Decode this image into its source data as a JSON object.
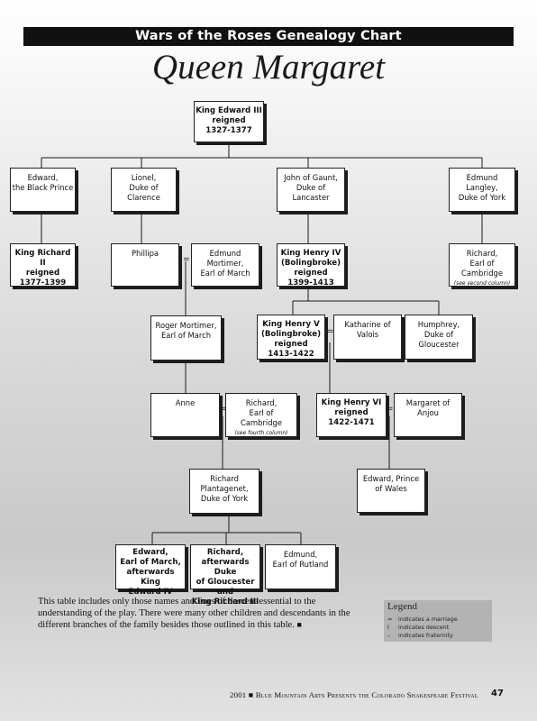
{
  "header": {
    "banner": "Wars of the Roses Genealogy Chart",
    "title": "Queen Margaret"
  },
  "people": {
    "edward3": {
      "text": "King Edward III\nreigned\n1327-1377",
      "bold": true
    },
    "black_prince": {
      "text": "Edward,\nthe Black Prince",
      "bold": false
    },
    "lionel": {
      "text": "Lionel,\nDuke of\nClarence",
      "bold": false
    },
    "gaunt": {
      "text": "John of Gaunt,\nDuke of\nLancaster",
      "bold": false
    },
    "langley": {
      "text": "Edmund Langley,\nDuke of York",
      "bold": false
    },
    "richard2": {
      "text": "King Richard II\nreigned\n1377-1399",
      "bold": true
    },
    "phillipa": {
      "text": "Phillipa",
      "bold": false
    },
    "edmund_mortimer": {
      "text": "Edmund\nMortimer,\nEarl of March",
      "bold": false
    },
    "henry4": {
      "text": "King Henry IV\n(Bolingbroke)\nreigned\n1399-1413",
      "bold": true
    },
    "richard_cambridge_1": {
      "text": "Richard,\nEarl of\nCambridge",
      "note": "(see second column)",
      "bold": false
    },
    "roger_mortimer": {
      "text": "Roger Mortimer,\nEarl of March",
      "bold": false
    },
    "henry5": {
      "text": "King Henry V\n(Bolingbroke)\nreigned\n1413-1422",
      "bold": true
    },
    "katharine": {
      "text": "Katharine of\nValois",
      "bold": false
    },
    "humphrey": {
      "text": "Humphrey,\nDuke of\nGloucester",
      "bold": false
    },
    "anne": {
      "text": "Anne",
      "bold": false
    },
    "richard_cambridge_2": {
      "text": "Richard,\nEarl of\nCambridge",
      "note": "(see fourth column)",
      "bold": false
    },
    "henry6": {
      "text": "King Henry VI\nreigned\n1422-1471",
      "bold": true
    },
    "margaret": {
      "text": "Margaret of\nAnjou",
      "bold": false
    },
    "richard_plantagenet": {
      "text": "Richard\nPlantagenet,\nDuke of York",
      "bold": false
    },
    "edward_prince_wales": {
      "text": "Edward, Prince\nof Wales",
      "bold": false
    },
    "edward4": {
      "text": "Edward,\nEarl of March,\nafterwards King\nEdward IV",
      "bold": true
    },
    "richard3": {
      "text": "Richard,\nafterwards Duke\nof Gloucester and\nKing Richard III",
      "bold": true
    },
    "edmund_rutland": {
      "text": "Edmund,\nEarl of Rutland",
      "bold": false
    }
  },
  "marriage_symbol": "=",
  "footer": {
    "text": "This table includes only those names and lines of descent essential to the understanding of the play. There were many other children and descendants in the different branches of the family besides those outlined in this table.",
    "end_mark": "■"
  },
  "legend": {
    "title": "Legend",
    "items": [
      {
        "symbol": "=",
        "label": "indicates a marriage"
      },
      {
        "symbol": "I",
        "label": "indicates descent"
      },
      {
        "symbol": "–",
        "label": "indicates fraternity"
      }
    ]
  },
  "page_footer": {
    "text": "2001 ■ Blue Mountain Arts Presents the Colorado Shakespeare Festival",
    "page_number": "47"
  }
}
